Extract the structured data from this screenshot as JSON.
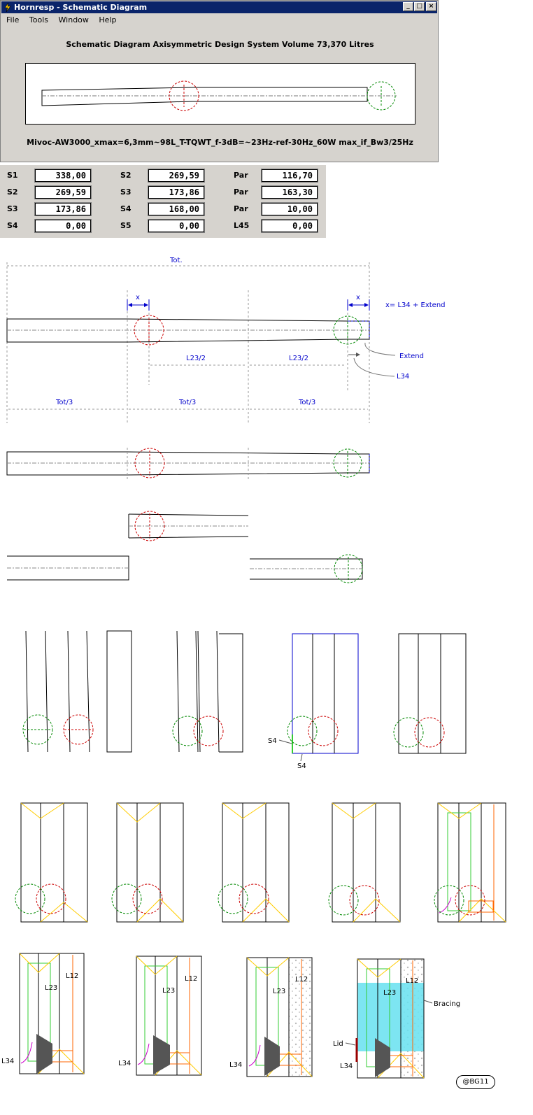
{
  "window": {
    "title": "Hornresp - Schematic Diagram",
    "buttons": [
      "_",
      "□",
      "×"
    ]
  },
  "menu": [
    "File",
    "Tools",
    "Window",
    "Help"
  ],
  "diagram": {
    "header": "Schematic Diagram   Axisymmetric Design   System Volume 73,370 Litres",
    "footer": "Mivoc-AW3000_xmax=6,3mm~98L_T-TQWT_f-3dB=~23Hz-ref-30Hz_60W max_if_Bw3/25Hz"
  },
  "params": {
    "col1": [
      {
        "label": "S1",
        "value": "338,00"
      },
      {
        "label": "S2",
        "value": "269,59"
      },
      {
        "label": "S3",
        "value": "173,86"
      },
      {
        "label": "S4",
        "value": "0,00"
      }
    ],
    "col2": [
      {
        "label": "S2",
        "value": "269,59"
      },
      {
        "label": "S3",
        "value": "173,86"
      },
      {
        "label": "S4",
        "value": "168,00"
      },
      {
        "label": "S5",
        "value": "0,00"
      }
    ],
    "col3": [
      {
        "label": "Par",
        "value": "116,70"
      },
      {
        "label": "Par",
        "value": "163,30"
      },
      {
        "label": "Par",
        "value": "10,00"
      },
      {
        "label": "L45",
        "value": "0,00"
      }
    ]
  },
  "annotations": {
    "tot": "Tot.",
    "x": "x",
    "x_def": "x= L34 + Extend",
    "l23_half": "L23/2",
    "extend": "Extend",
    "l34": "L34",
    "tot3": "Tot/3",
    "s4": "S4",
    "l12": "L12",
    "l23": "L23",
    "bracing": "Bracing",
    "lid": "Lid",
    "signature": "@BG11"
  },
  "colors": {
    "title_bar": "#0a246a",
    "window_bg": "#d6d3ce",
    "driver_circle": "#cc0000",
    "port_circle": "#008800",
    "dimension": "#0000cc",
    "fold_yellow": "#ffcc00",
    "fold_green": "#33cc33",
    "fold_orange": "#ff6600",
    "bracing": "#66e0f0"
  }
}
